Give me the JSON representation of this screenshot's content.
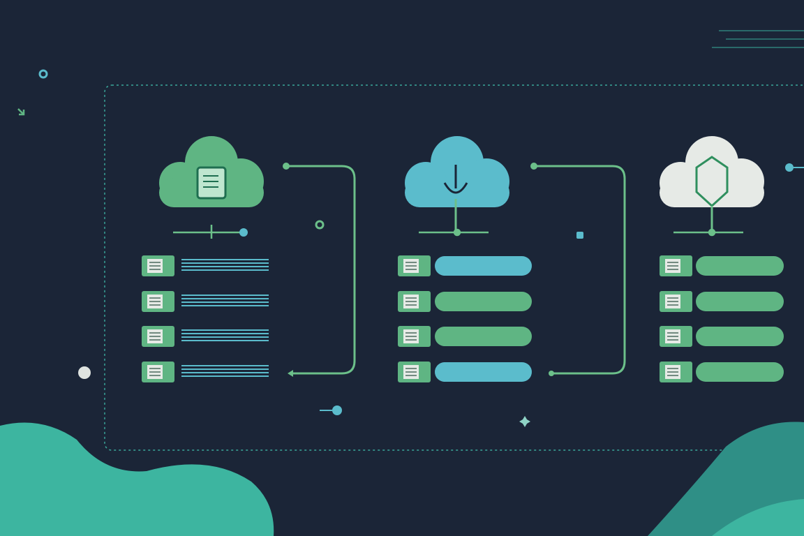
{
  "colors": {
    "background": "#1b2537",
    "green": "#5fb583",
    "teal": "#5bbccc",
    "light": "#e6eae6",
    "blob": "#3db5a0",
    "dashed_frame": "#3aa79a"
  },
  "columns": [
    {
      "cloud_icon": "document-icon",
      "cloud_color": "#5fb583",
      "row_style": "lines",
      "row_colors": [
        "#5bbccc",
        "#5bbccc",
        "#5bbccc",
        "#5bbccc"
      ],
      "row_icons": [
        "document-icon",
        "list-icon",
        "list-icon",
        "window-icon"
      ]
    },
    {
      "cloud_icon": "microphone-icon",
      "cloud_color": "#5bbccc",
      "row_style": "bars",
      "row_colors": [
        "#5bbccc",
        "#5fb583",
        "#5fb583",
        "#5bbccc"
      ],
      "row_icons": [
        "document-icon",
        "document-icon",
        "document-icon",
        "document-icon"
      ]
    },
    {
      "cloud_icon": "shield-icon",
      "cloud_color": "#e6eae6",
      "row_style": "bars",
      "row_colors": [
        "#5fb583",
        "#5fb583",
        "#5fb583",
        "#5fb583"
      ],
      "row_icons": [
        "list-icon",
        "list-icon",
        "list-icon",
        "window-icon"
      ]
    }
  ],
  "decorations": [
    "gear-icon",
    "arrow-icon",
    "clock-icon",
    "sparkle-icon"
  ]
}
